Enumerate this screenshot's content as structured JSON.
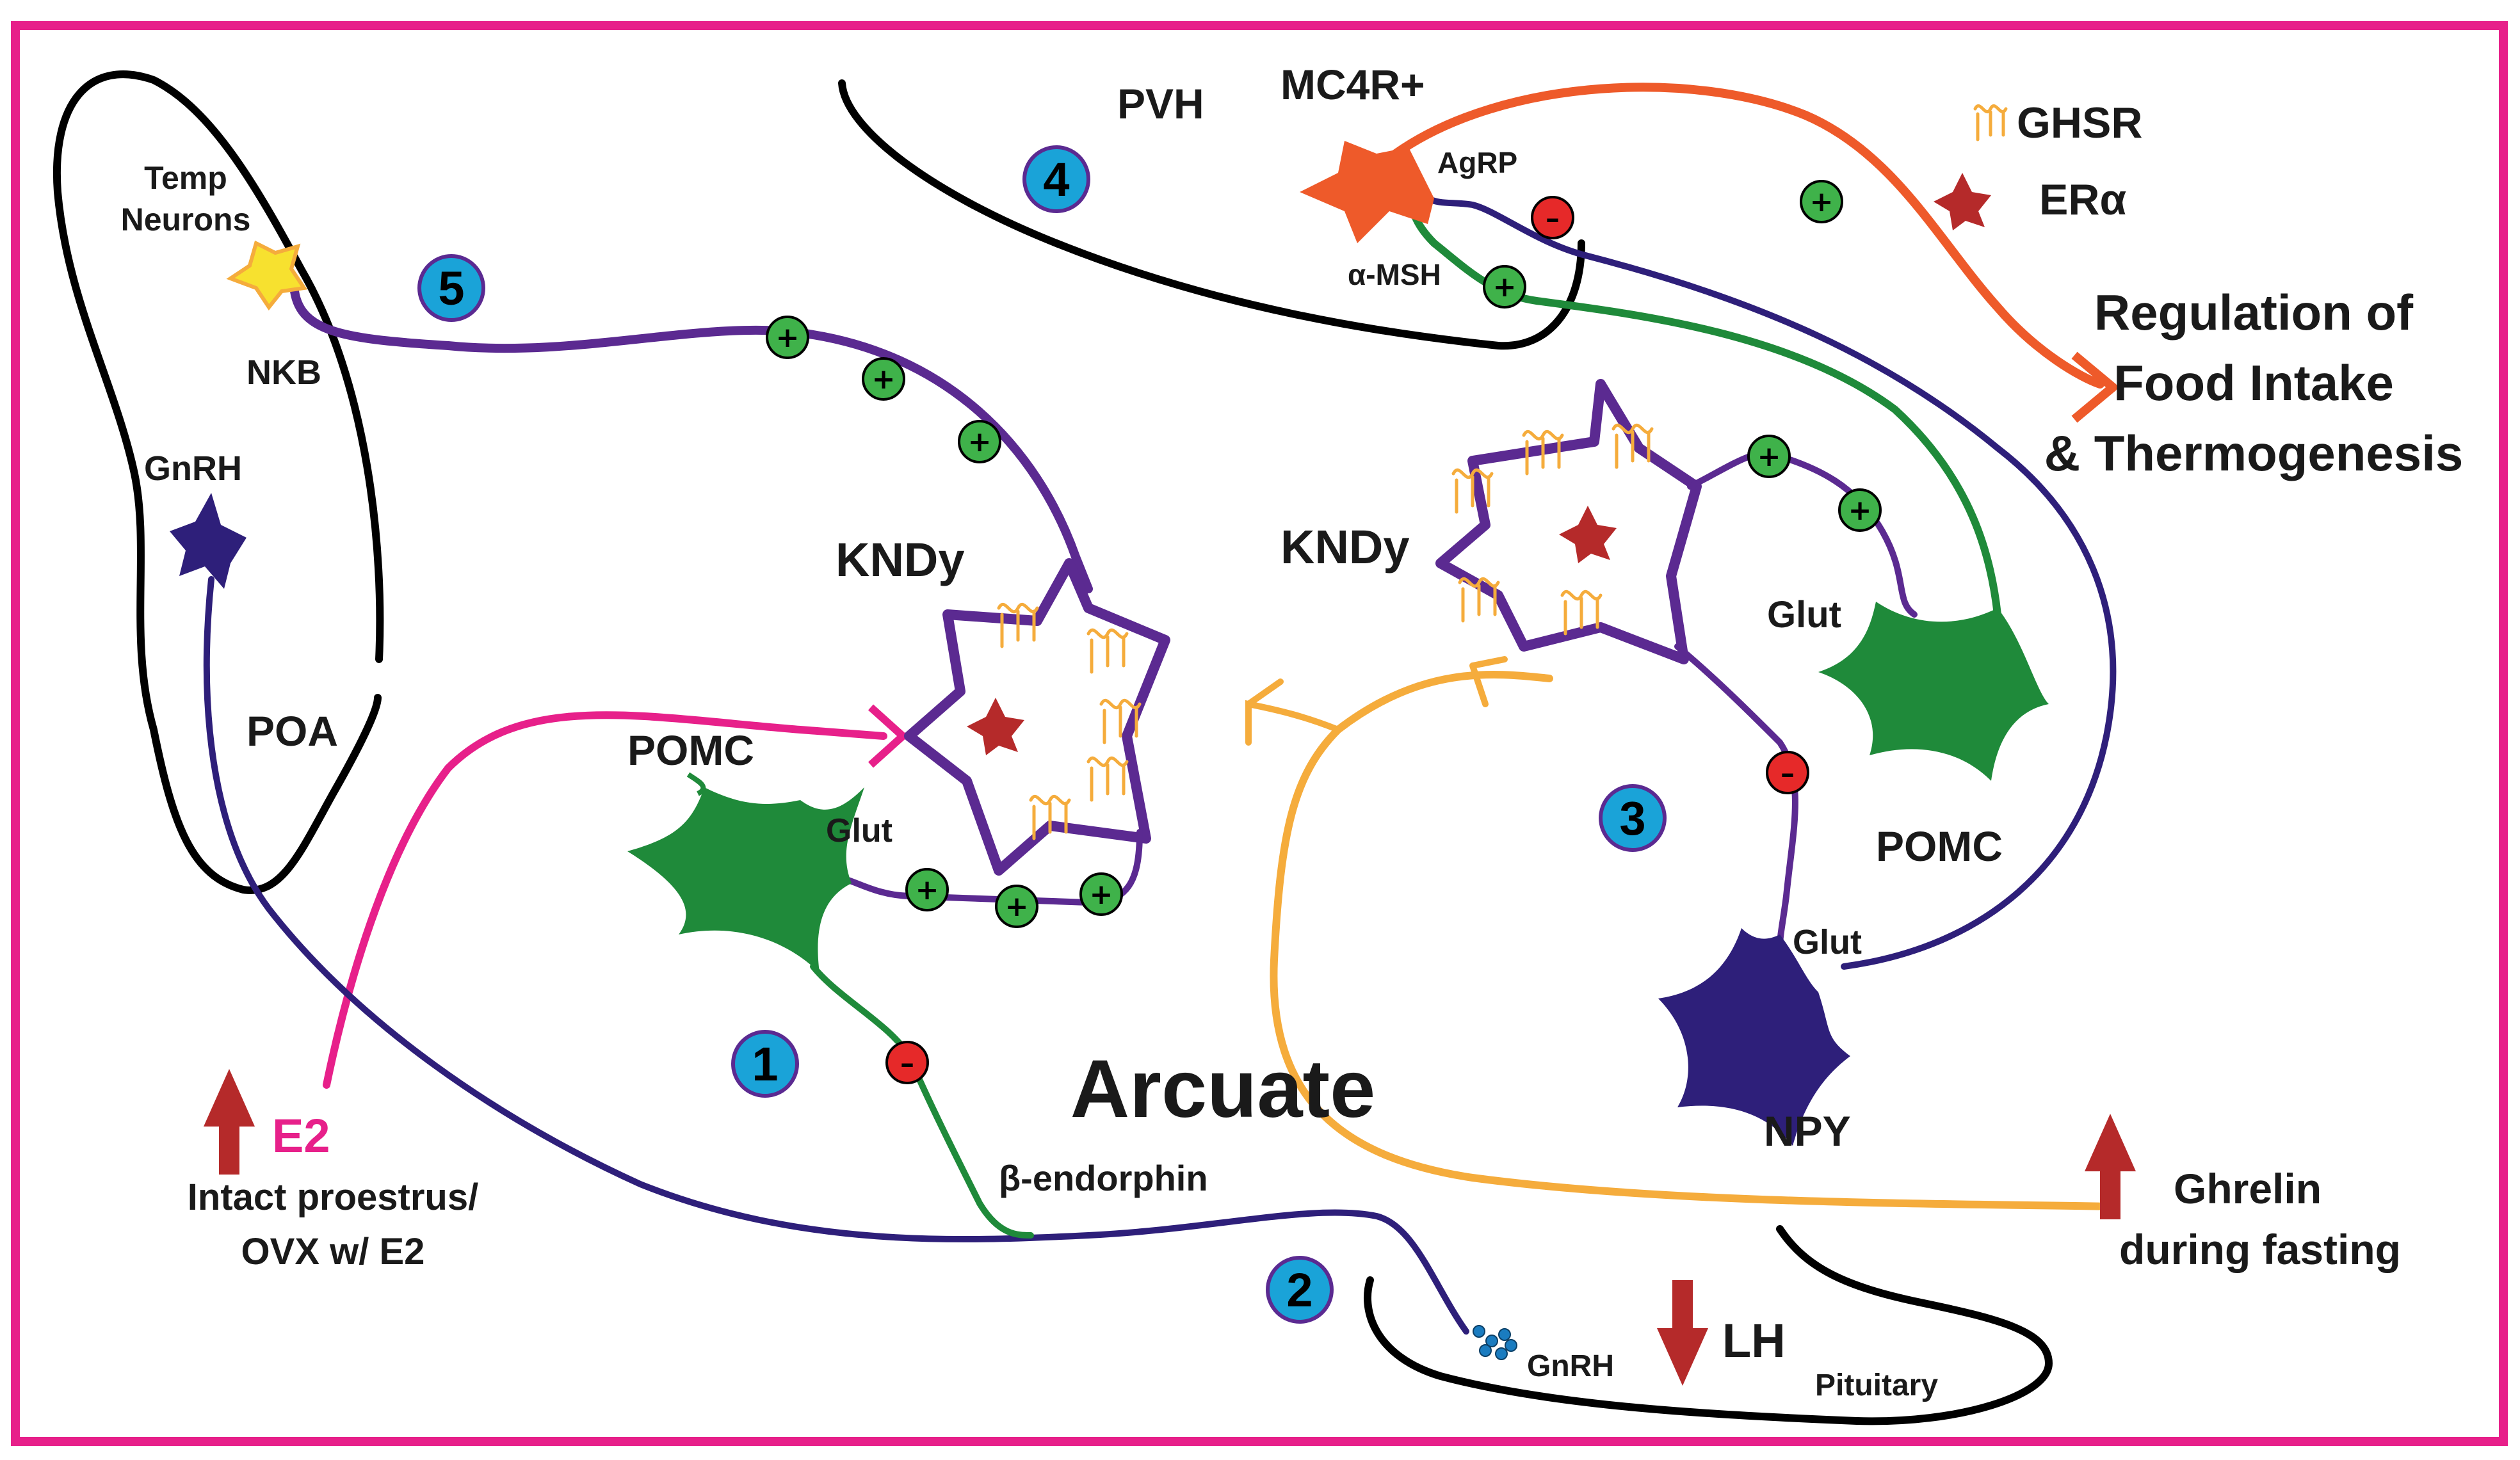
{
  "colors": {
    "border": "#e7208a",
    "purple": "#5b2a91",
    "navy": "#2e1f7a",
    "green": "#1f8a3a",
    "orange": "#ee5a2a",
    "ghrelin": "#f5ac3c",
    "red": "#b52a2a",
    "e2": "#e7208a",
    "plus_fill": "#3fb24a",
    "minus_fill": "#e62929",
    "badge_fill": "#1aa3d8",
    "star": "#f7e12f"
  },
  "icons": {
    "receptor": "ghsr-squiggle-icon",
    "era": "era-star-icon",
    "up_arrow": "up-arrow-icon",
    "down_arrow": "down-arrow-icon",
    "plus": "plus-icon",
    "minus": "minus-icon"
  },
  "regions": {
    "poa": "POA",
    "pvh": "PVH",
    "arcuate": "Arcuate",
    "pituitary": "Pituitary"
  },
  "labels": {
    "temp_neurons_line1": "Temp",
    "temp_neurons_line2": "Neurons",
    "nkb": "NKB",
    "gnrh_poa": "GnRH",
    "mc4r": "MC4R+",
    "agrp": "AgRP",
    "alpha_msh": "α-MSH",
    "kndy_left": "KNDy",
    "kndy_right": "KNDy",
    "pomc_left": "POMC",
    "pomc_right": "POMC",
    "glut_left": "Glut",
    "glut_right_top": "Glut",
    "glut_npy": "Glut",
    "npy": "NPY",
    "beta_endorphin": "β-endorphin",
    "gnrh_terminal": "GnRH",
    "lh": "LH"
  },
  "legend": {
    "ghsr": "GHSR",
    "era": "ERα"
  },
  "outputs": {
    "regulation_line1": "Regulation of",
    "regulation_line2": "Food Intake",
    "regulation_line3": "& Thermogenesis"
  },
  "conditions": {
    "e2": "E2",
    "e2_line1": "Intact proestrus/",
    "e2_line2": "OVX w/ E2",
    "ghrelin_line1": "Ghrelin",
    "ghrelin_line2": "during fasting"
  },
  "badges": [
    "1",
    "2",
    "3",
    "4",
    "5"
  ],
  "signs": {
    "plus": "+",
    "minus": "–"
  }
}
